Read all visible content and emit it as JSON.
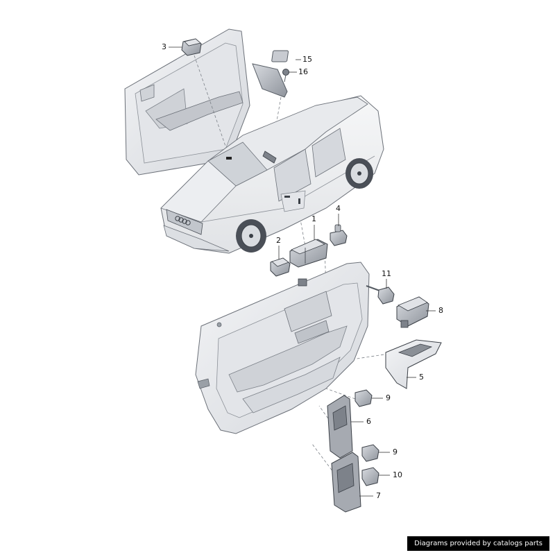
{
  "callouts": {
    "c1": "1",
    "c2": "2",
    "c3": "3",
    "c4": "4",
    "c5": "5",
    "c6": "6",
    "c7": "7",
    "c8": "8",
    "c9a": "9",
    "c9b": "9",
    "c10": "10",
    "c11": "11",
    "c15": "15",
    "c16": "16"
  },
  "footer": {
    "text": "Diagrams provided by catalogs parts"
  },
  "colors": {
    "part_fill": "#eef0f3",
    "part_shadow": "#c9ccd2",
    "stroke": "#555b63",
    "dark": "#3a3f46"
  }
}
